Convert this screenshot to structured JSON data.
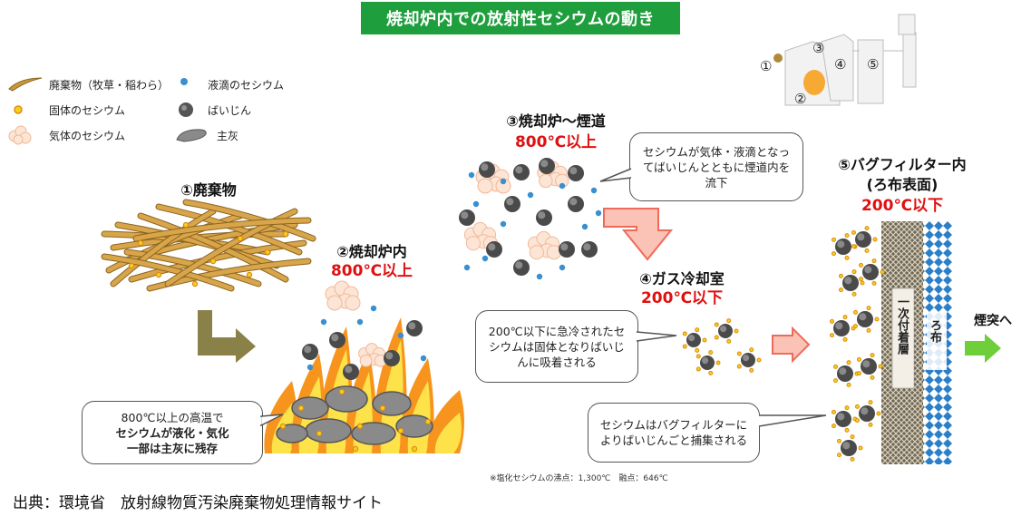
{
  "title": "焼却炉内での放射性セシウムの動き",
  "legend": {
    "waste": "廃棄物（牧草・稲わら）",
    "liquid_cs": "液滴のセシウム",
    "solid_cs": "固体のセシウム",
    "dust": "ばいじん",
    "gas_cs": "気体のセシウム",
    "bottom_ash": "主灰"
  },
  "facility_numbers": [
    "①",
    "②",
    "③",
    "④",
    "⑤"
  ],
  "stages": {
    "s1": {
      "title": "①廃棄物"
    },
    "s2": {
      "title": "②焼却炉内",
      "temp": "800℃以上"
    },
    "s3": {
      "title": "③焼却炉～煙道",
      "temp": "800℃以上"
    },
    "s4": {
      "title": "④ガス冷却室",
      "temp": "200℃以下"
    },
    "s5": {
      "title_line1": "⑤バグフィルター内",
      "title_line2": "(ろ布表面)",
      "temp": "200℃以下"
    }
  },
  "callouts": {
    "c1_line1": "800℃以上の高温で",
    "c1_line2": "セシウムが液化・気化",
    "c1_line3": "一部は主灰に残存",
    "c2": "セシウムが気体・液滴となってばいじんとともに煙道内を流下",
    "c3": "200℃以下に急冷されたセシウムは固体となりばいじんに吸着される",
    "c4": "セシウムはバグフィルターによりばいじんごと捕集される"
  },
  "layers": {
    "primary": "一次付着層",
    "filter_cloth": "ろ布"
  },
  "to_stack": "煙突へ",
  "note": "※塩化セシウムの沸点：1,300℃　融点：646℃",
  "source": "出典：環境省　放射線物質汚染廃棄物処理情報サイト",
  "colors": {
    "title_bg": "#1e9e3c",
    "temp_red": "#e01010",
    "arrow_red": "#f06a5a",
    "arrow_green": "#6fcf3a",
    "arrow_olive": "#8a8148"
  }
}
